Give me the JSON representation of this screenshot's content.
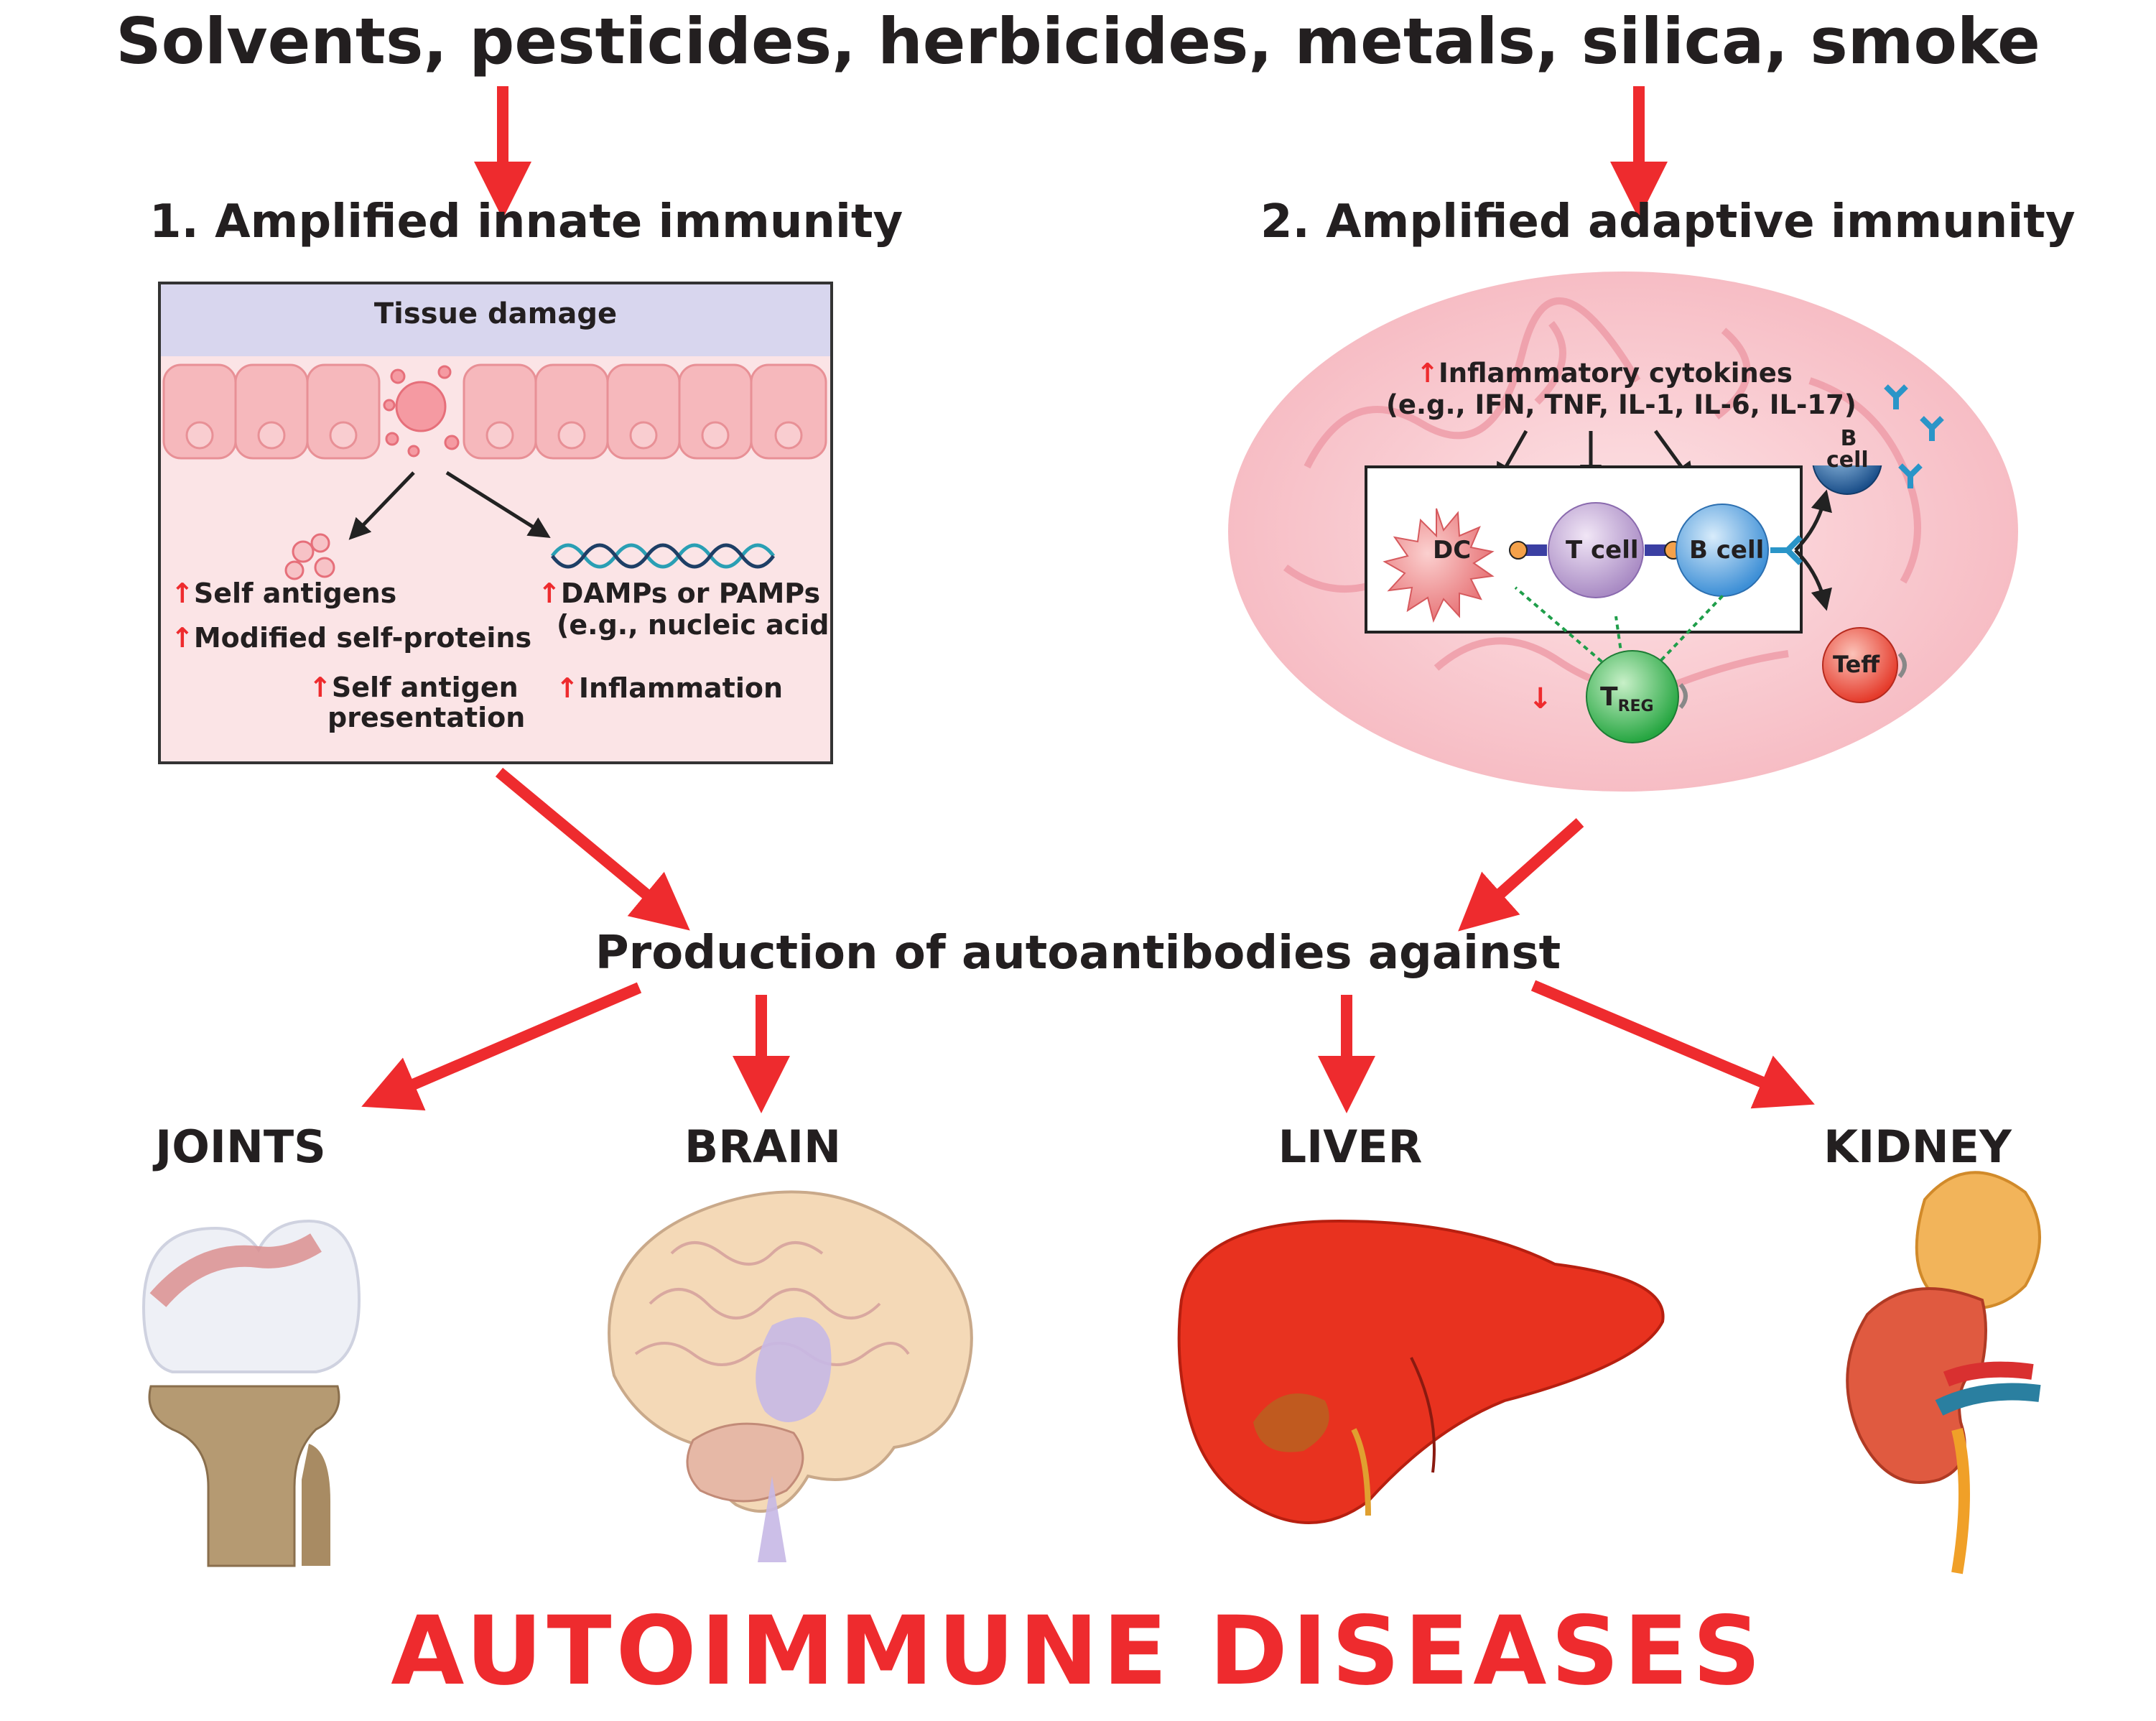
{
  "title": "Solvents, pesticides, herbicides, metals, silica, smoke",
  "innate": {
    "heading": "1. Amplified innate immunity",
    "tissue_label": "Tissue damage",
    "items": {
      "self_antigens": "Self antigens",
      "modified_self_proteins": "Modified self-proteins",
      "self_antigen_presentation_1": "Self antigen",
      "self_antigen_presentation_2": "presentation",
      "damps_1": "DAMPs or PAMPs",
      "damps_2": "(e.g., nucleic acids)",
      "inflammation": "Inflammation"
    }
  },
  "adaptive": {
    "heading": "2. Amplified adaptive immunity",
    "cytokines_1": "Inflammatory cytokines",
    "cytokines_2": "(e.g., IFN, TNF, IL-1, IL-6, IL-17)",
    "cells": {
      "dc": "DC",
      "t_cell": "T cell",
      "b_cell": "B cell",
      "b_cell_top_1": "B",
      "b_cell_top_2": "cell",
      "teff": "Teff",
      "treg_main": "T",
      "treg_sub": "REG"
    }
  },
  "center_label": "Production of autoantibodies against",
  "organs": {
    "joints": "JOINTS",
    "brain": "BRAIN",
    "liver": "LIVER",
    "kidney": "KIDNEY"
  },
  "bottom_title": "AUTOIMMUNE DISEASES",
  "colors": {
    "arrow_red": "#ee2b2e",
    "text_dark": "#231f20",
    "title_red": "#ee2b2e"
  }
}
